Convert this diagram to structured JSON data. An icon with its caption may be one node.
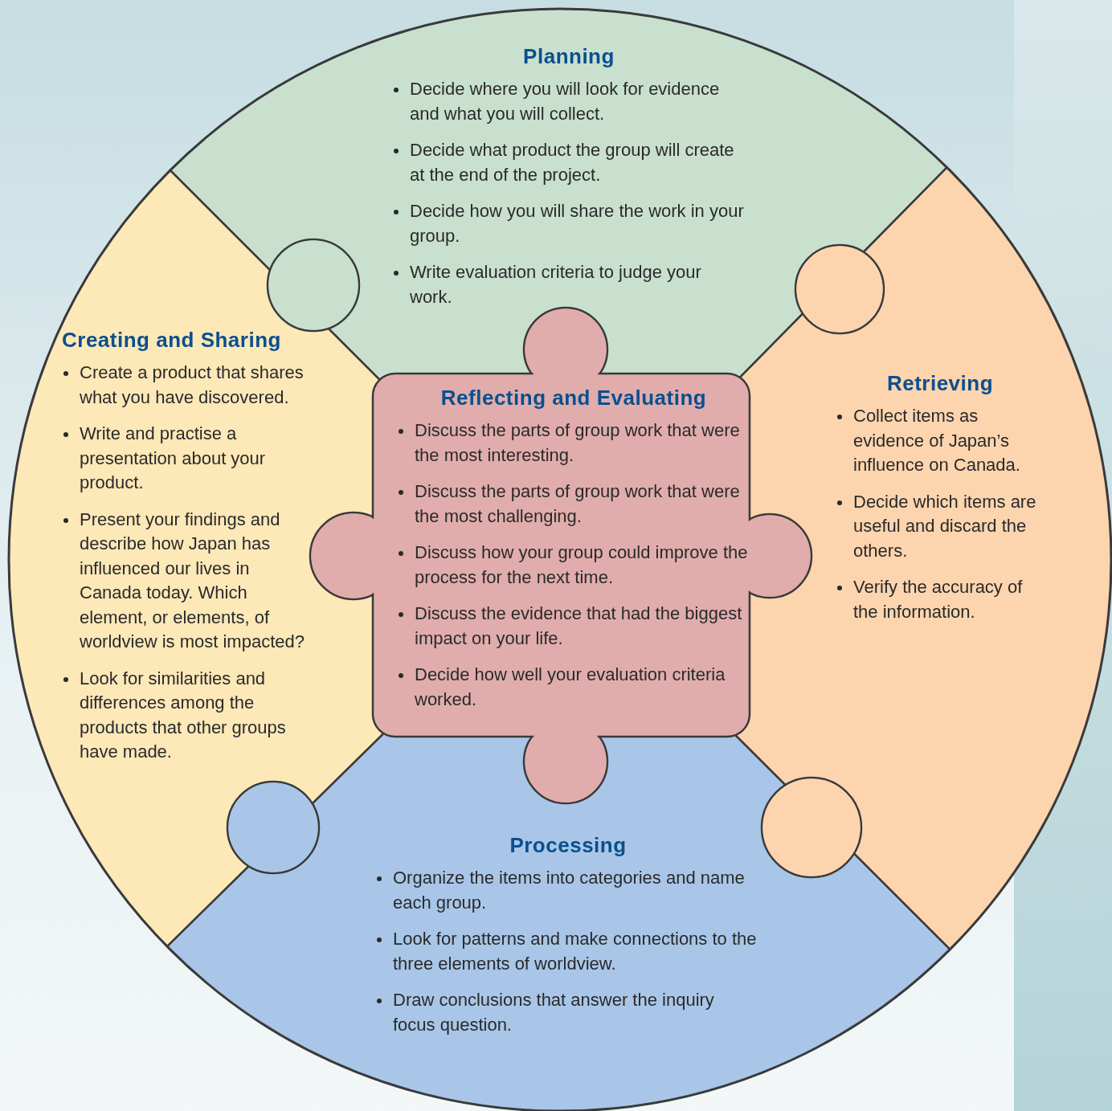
{
  "diagram": {
    "nodes": [
      {
        "text": [
          "Planning",
          "Decide where you will look for evidence and what you will collect.",
          "Decide what product the group will create at the end of the project.",
          "Decide how you will share the work in your group.",
          "Write evaluation criteria to judge your work."
        ]
      },
      {
        "text": [
          "Creating and Sharing",
          "Create a product that shares what you have discovered.",
          "Write and practise a presentation about your product.",
          "Present your findings and describe how Japan has influenced our lives in Canada today. Which element, or elements, of worldview is most impacted?",
          "Look for similarities and differences among the products that other groups have made."
        ]
      },
      {
        "text": [
          "Reflecting and Evaluating",
          "Discuss the parts of group work that were the most interesting.",
          "Discuss the parts of group work that were the most challenging.",
          "Discuss how your group could improve the process for the next time.",
          "Discuss the evidence that had the biggest impact on your life.",
          "Decide how well your evaluation criteria worked."
        ]
      },
      {
        "text": [
          "Retrieving",
          "Collect items as evidence of Japan’s influence on Canada.",
          "Decide which items are useful and discard the others.",
          "Verify the accuracy of the information."
        ]
      },
      {
        "text": [
          "Processing",
          "Organize the items into categories and name each group.",
          "Look for patterns and make connections to the three elements of worldview.",
          "Draw conclusions that answer the inquiry focus question."
        ]
      }
    ]
  }
}
